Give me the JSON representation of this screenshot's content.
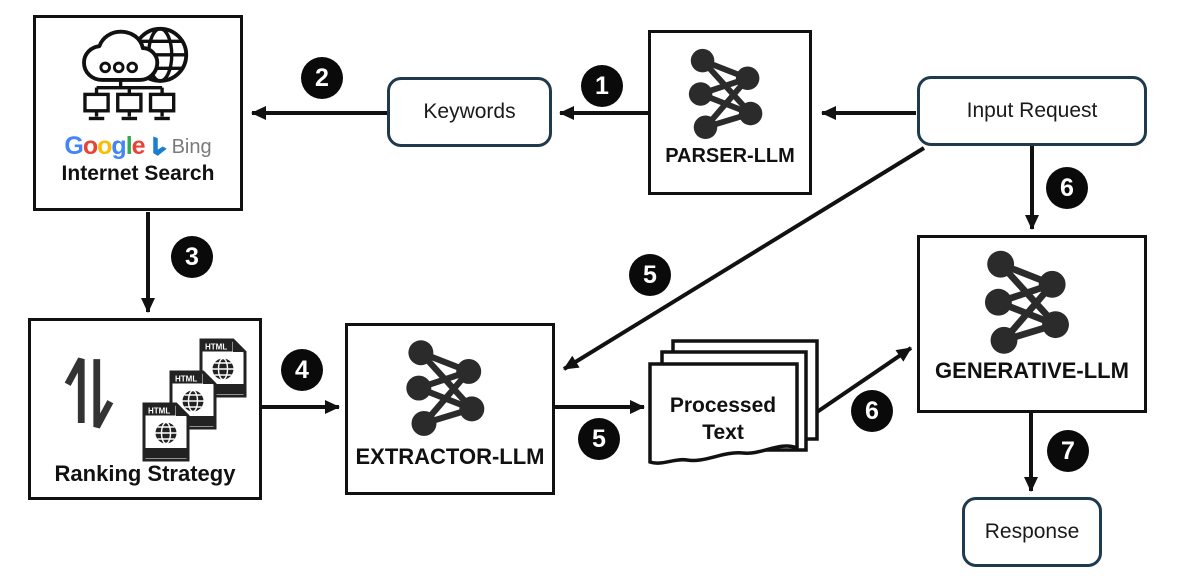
{
  "diagram": {
    "type": "llm-web-search-pipeline-flowchart"
  },
  "colors": {
    "background": "#ffffff",
    "box_border": "#111111",
    "rounded_box_border": "#1f3a4d",
    "arrow": "#111111",
    "badge_background": "#0a0a0a",
    "badge_text": "#ffffff",
    "neural_icon": "#2b2b2b"
  },
  "nodes": {
    "internet_search": {
      "label": "Internet Search"
    },
    "keywords": {
      "label": "Keywords"
    },
    "parser_llm": {
      "label": "PARSER-LLM"
    },
    "input_request": {
      "label": "Input Request"
    },
    "ranking_strategy": {
      "label": "Ranking Strategy",
      "doc_label": "HTML"
    },
    "extractor_llm": {
      "label": "EXTRACTOR-LLM"
    },
    "processed_text": {
      "label_line1": "Processed",
      "label_line2": "Text"
    },
    "generative_llm": {
      "label": "GENERATIVE-LLM"
    },
    "response": {
      "label": "Response"
    }
  },
  "logos": {
    "google": {
      "text": "Google",
      "letters": [
        {
          "ch": "G",
          "color": "#4285F4"
        },
        {
          "ch": "o",
          "color": "#EA4335"
        },
        {
          "ch": "o",
          "color": "#FBBC05"
        },
        {
          "ch": "g",
          "color": "#4285F4"
        },
        {
          "ch": "l",
          "color": "#34A853"
        },
        {
          "ch": "e",
          "color": "#EA4335"
        }
      ]
    },
    "bing": {
      "label": "Bing",
      "icon_color": "#1b7fd0",
      "text_color": "#7a7a7a"
    }
  },
  "badges": [
    {
      "label": "1"
    },
    {
      "label": "2"
    },
    {
      "label": "3"
    },
    {
      "label": "4"
    },
    {
      "label": "5"
    },
    {
      "label": "5"
    },
    {
      "label": "6"
    },
    {
      "label": "6"
    },
    {
      "label": "7"
    }
  ]
}
